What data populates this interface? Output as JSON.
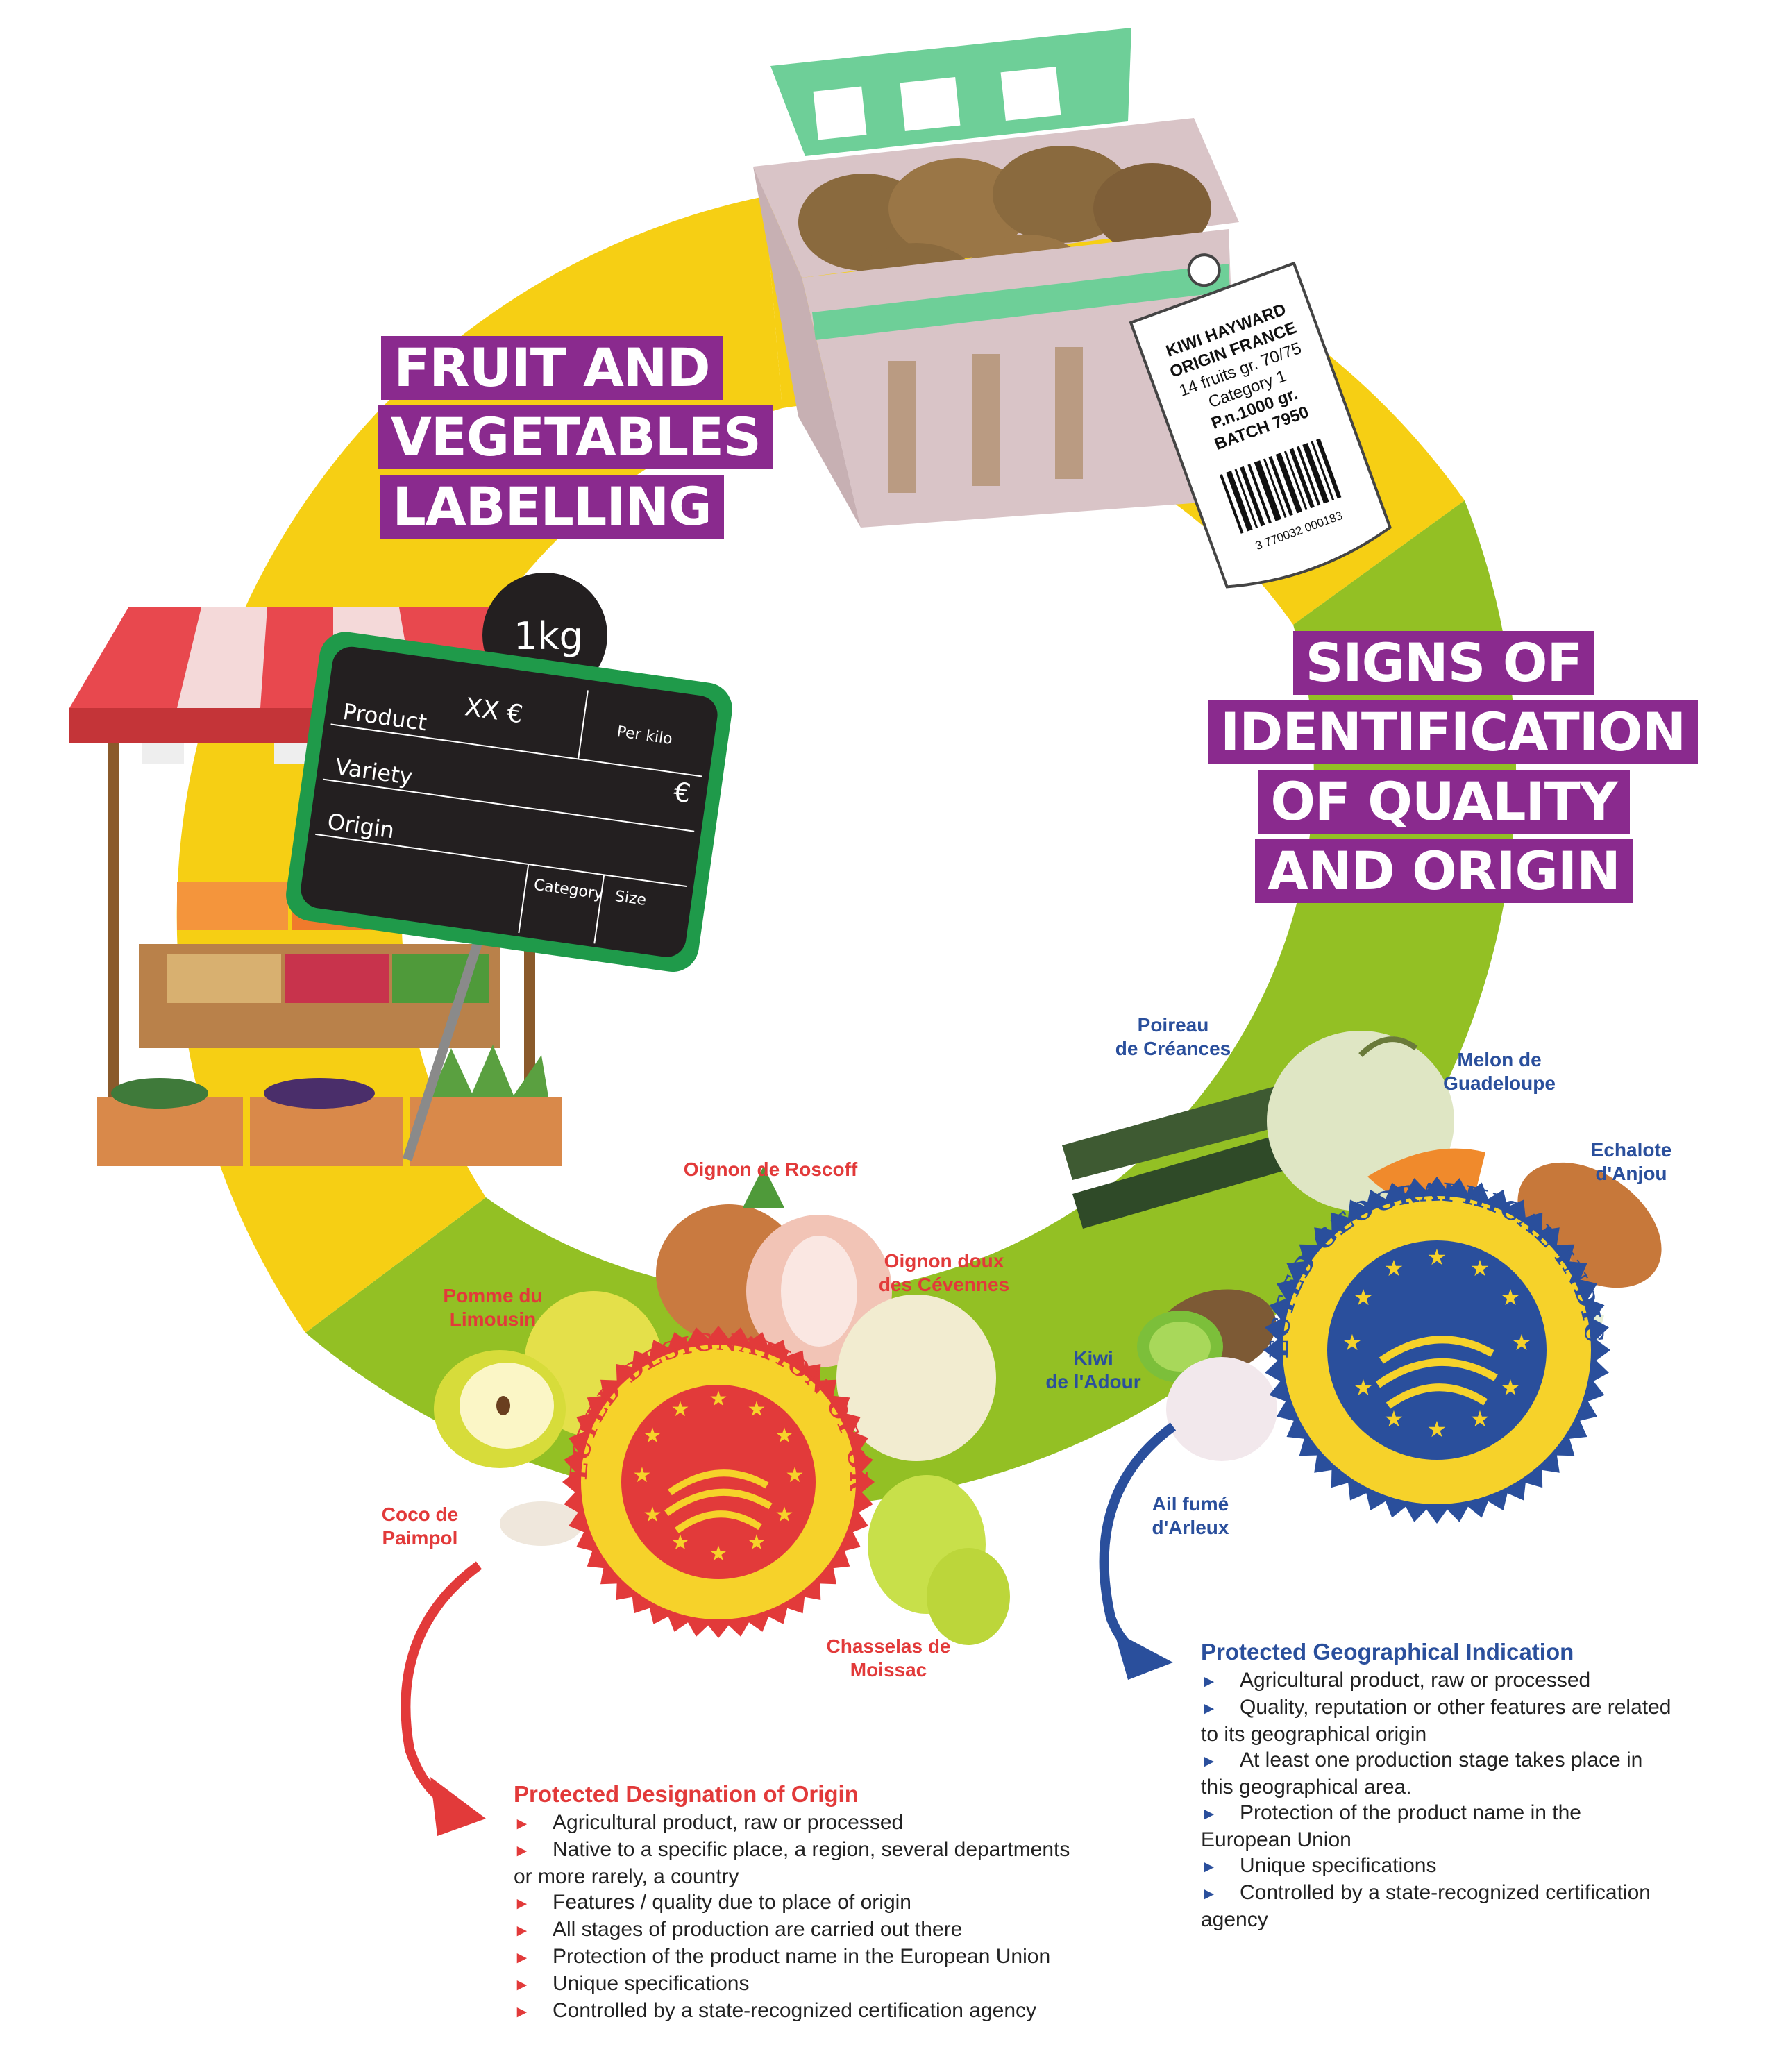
{
  "titles": {
    "labelling": [
      "FRUIT AND",
      "VEGETABLES",
      "LABELLING"
    ],
    "signs": [
      "SIGNS OF",
      "IDENTIFICATION",
      "OF QUALITY",
      "AND ORIGIN"
    ]
  },
  "kiwi_tag": {
    "lines": [
      "KIWI HAYWARD",
      "ORIGIN FRANCE",
      "14 fruits gr. 70/75",
      "Category 1",
      "P.n.1000 gr.",
      "BATCH 7950"
    ],
    "barcode_number": "3 770032 000183"
  },
  "price_sign": {
    "weight": "1kg",
    "price": "XX €",
    "per_kilo": "Per kilo",
    "currency": "€",
    "product": "Product",
    "variety": "Variety",
    "origin": "Origin",
    "category": "Category",
    "size": "Size"
  },
  "seals": {
    "pdo": "PROTECTED DESIGNATION OF ORIGIN",
    "pgi": "PROTECTED GEOGRAPHICAL INDICATION"
  },
  "pdo_products": {
    "roscoff": [
      "Oignon de Roscoff"
    ],
    "cevennes": [
      "Oignon doux",
      "des Cévennes"
    ],
    "limousin": [
      "Pomme du",
      "Limousin"
    ],
    "paimpol": [
      "Coco de",
      "Paimpol"
    ],
    "moissac": [
      "Chasselas de",
      "Moissac"
    ]
  },
  "pgi_products": {
    "poireau": [
      "Poireau",
      "de Créances"
    ],
    "melon": [
      "Melon de",
      "Guadeloupe"
    ],
    "echalote": [
      "Echalote",
      "d'Anjou"
    ],
    "kiwi": [
      "Kiwi",
      "de l'Adour"
    ],
    "ail": [
      "Ail fumé",
      "d'Arleux"
    ]
  },
  "pgi_info": {
    "title": "Protected Geographical Indication",
    "items": [
      "Agricultural product, raw or processed",
      "Quality, reputation or other features are related to its geographical origin",
      "At least one production stage takes place in this geographical area.",
      "Protection of the product name in the European Union",
      "Unique specifications",
      "Controlled by a state-recognized certification agency"
    ]
  },
  "pdo_info": {
    "title": "Protected Designation of Origin",
    "items": [
      "Agricultural product, raw or processed",
      "Native to a specific place, a region, several departments or more rarely, a country",
      "Features / quality due to place of origin",
      "All stages of production are carried out there",
      "Protection of the product name in the European Union",
      "Unique specifications",
      "Controlled by a state-recognized certification agency"
    ]
  },
  "colors": {
    "ring_yellow": "#f6cf14",
    "ring_green": "#93c024",
    "title_purple": "#8a2a8e",
    "pdo_red": "#e23a3a",
    "pgi_blue": "#2a4f9c"
  }
}
